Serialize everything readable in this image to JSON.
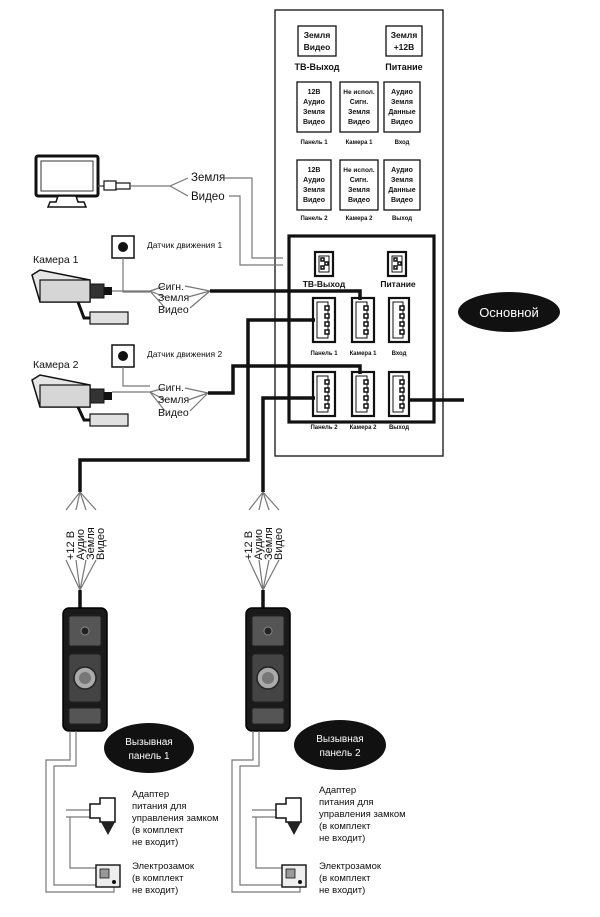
{
  "main_unit": {
    "badge": "Основной",
    "top_blocks": [
      {
        "lines": [
          "Земля",
          "Видео"
        ],
        "caption": "ТВ-Выход"
      },
      {
        "lines": [
          "Земля",
          "+12В"
        ],
        "caption": "Питание"
      }
    ],
    "mid_blocks": [
      {
        "lines": [
          "12В",
          "Аудио",
          "Земля",
          "Видео"
        ],
        "caption": "Панель 1"
      },
      {
        "lines": [
          "Не испол.",
          "Сигн.",
          "Земля",
          "Видео"
        ],
        "caption": "Камера 1"
      },
      {
        "lines": [
          "Аудио",
          "Земля",
          "Данные",
          "Видео"
        ],
        "caption": "Вход"
      }
    ],
    "low_blocks": [
      {
        "lines": [
          "12В",
          "Аудио",
          "Земля",
          "Видео"
        ],
        "caption": "Панель 2"
      },
      {
        "lines": [
          "Не испол.",
          "Сигн.",
          "Земля",
          "Видео"
        ],
        "caption": "Камера 2"
      },
      {
        "lines": [
          "Аудио",
          "Земля",
          "Данные",
          "Видео"
        ],
        "caption": "Выход"
      }
    ],
    "connectors": {
      "tv_out": "ТВ-Выход",
      "power": "Питание",
      "panel1": "Панель 1",
      "camera1": "Камера 1",
      "input": "Вход",
      "panel2": "Панель 2",
      "camera2": "Камера 2",
      "output": "Выход"
    }
  },
  "monitor": {
    "wire_ground": "Земля",
    "wire_video": "Видео"
  },
  "camera1": {
    "label": "Камера 1",
    "sensor": "Датчик движения 1",
    "wires": [
      "Сигн.",
      "Земля",
      "Видео"
    ]
  },
  "camera2": {
    "label": "Камера 2",
    "sensor": "Датчик движения 2",
    "wires": [
      "Сигн.",
      "Земля",
      "Видео"
    ]
  },
  "panel_wires": [
    "+12 В",
    "Аудио",
    "Земля",
    "Видео"
  ],
  "panel1": {
    "badge_line1": "Вызывная",
    "badge_line2": "панель 1",
    "adapter": [
      "Адаптер",
      "питания для",
      "управления замком",
      "(в комплект",
      "не входит)"
    ],
    "lock": [
      "Электрозамок",
      "(в комплект",
      "не входит)"
    ]
  },
  "panel2": {
    "badge_line1": "Вызывная",
    "badge_line2": "панель 2",
    "adapter": [
      "Адаптер",
      "питания для",
      "управления замком",
      "(в комплект",
      "не входит)"
    ],
    "lock": [
      "Электрозамок",
      "(в комплект",
      "не входит)"
    ]
  }
}
